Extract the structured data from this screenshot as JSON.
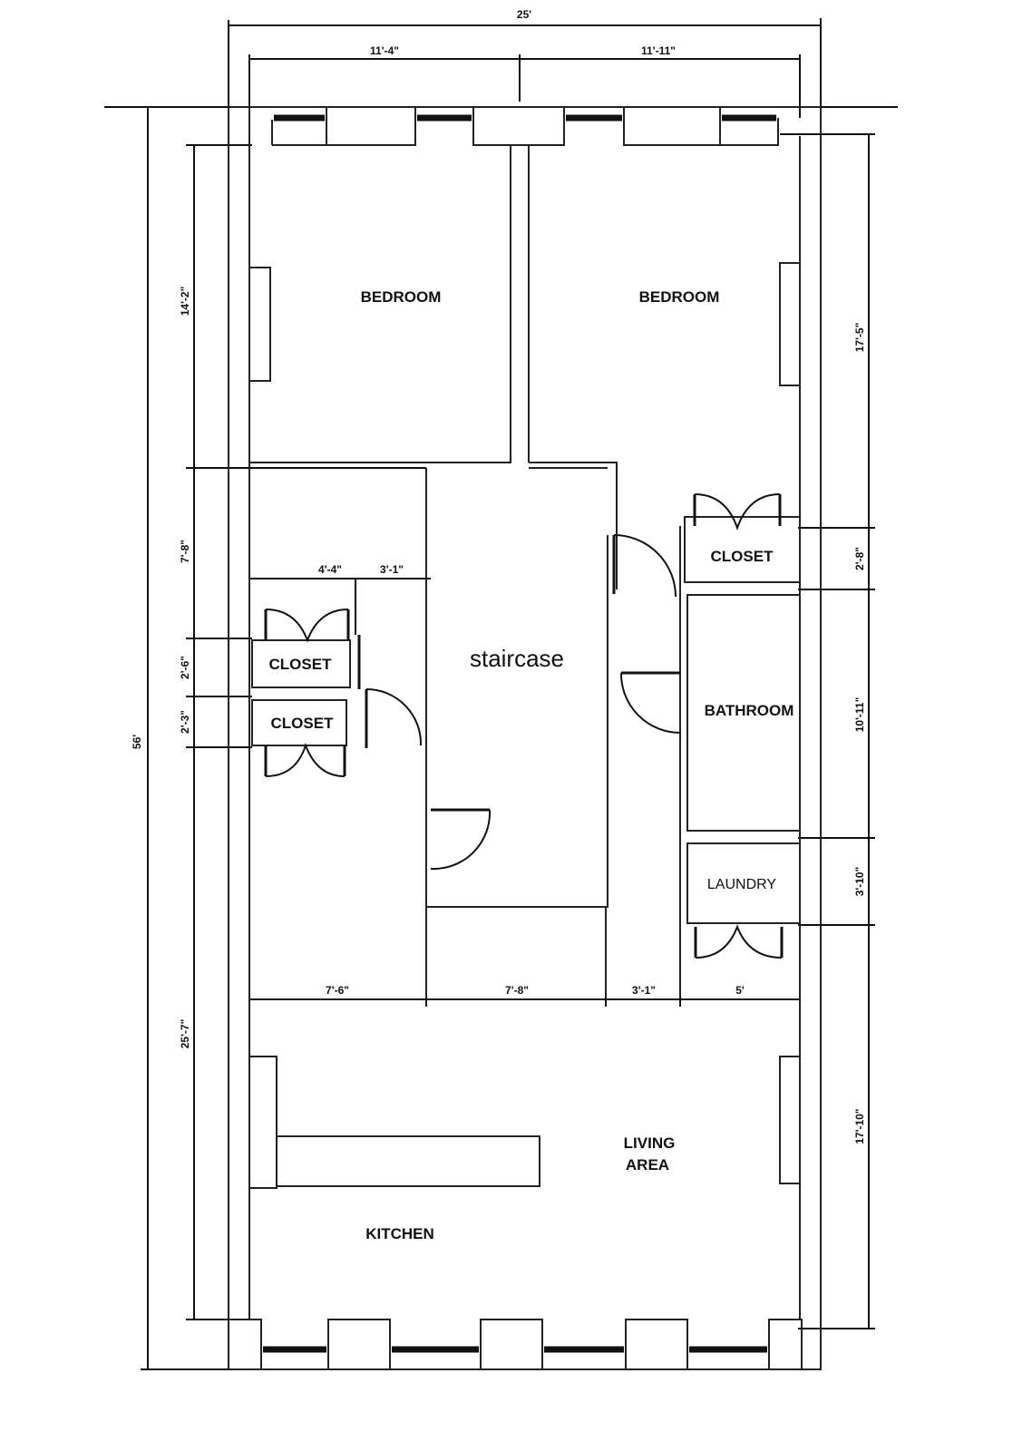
{
  "rooms": {
    "bedroom_left": "BEDROOM",
    "bedroom_right": "BEDROOM",
    "closet_right": "CLOSET",
    "closet_left_upper": "CLOSET",
    "closet_left_lower": "CLOSET",
    "staircase": "staircase",
    "bathroom": "BATHROOM",
    "laundry": "LAUNDRY",
    "living_area_1": "LIVING",
    "living_area_2": "AREA",
    "kitchen": "KITCHEN"
  },
  "dimensions": {
    "total_width": "25'",
    "left_width": "11'-4\"",
    "right_width": "11'-11\"",
    "total_length": "56'",
    "left_bedroom": "14'-2\"",
    "left_hall": "7'-8\"",
    "closet_upper": "2'-6\"",
    "closet_lower": "2'-3\"",
    "left_living": "25'-7\"",
    "right_bedroom": "17'-5\"",
    "right_closet": "2'-8\"",
    "bathroom": "10'-11\"",
    "laundry": "3'-10\"",
    "right_living": "17'-10\"",
    "closet_width": "4'-4\"",
    "hall_width": "3'-1\"",
    "bottom_1": "7'-6\"",
    "bottom_2": "7'-8\"",
    "bottom_3": "3'-1\"",
    "bottom_4": "5'"
  }
}
